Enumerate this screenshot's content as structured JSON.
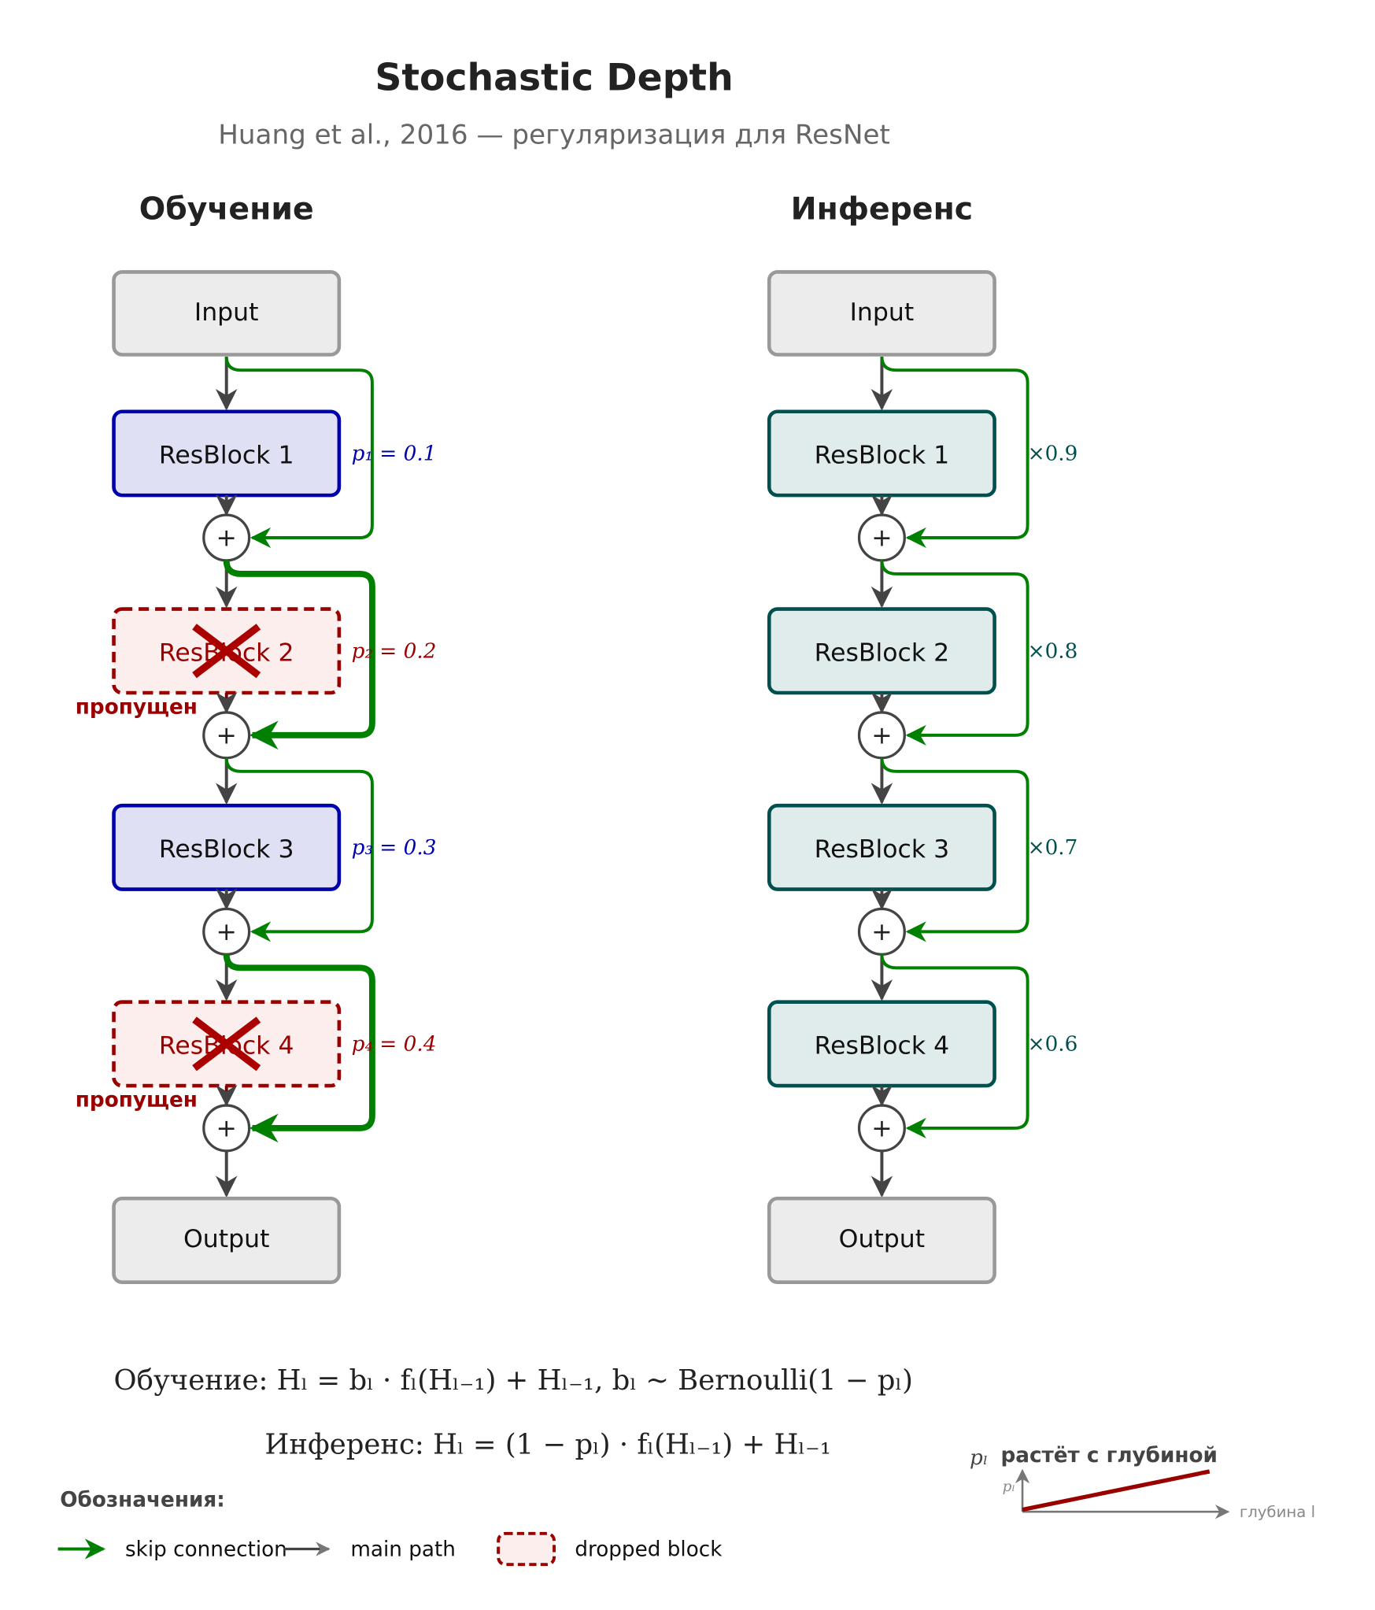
{
  "title": "Stochastic Depth",
  "subtitle": "Huang et al., 2016 — регуляризация для ResNet",
  "colors": {
    "skip": "#008000",
    "main": "#444444",
    "active_block_fill": "#e0e0f5",
    "active_block_border": "#0000aa",
    "dropped_fill": "#fdeeee",
    "dropped_border": "#990000",
    "inference_fill": "#e0ecec",
    "inference_border": "#005050",
    "io_fill": "#ececec",
    "io_border": "#999999"
  },
  "training": {
    "heading": "Обучение",
    "input": "Input",
    "output": "Output",
    "blocks": [
      {
        "label": "ResBlock 1",
        "prob": "p₁ = 0.1",
        "dropped": false
      },
      {
        "label": "ResBlock 2",
        "prob": "p₂ = 0.2",
        "dropped": true,
        "dropped_label": "пропущен"
      },
      {
        "label": "ResBlock 3",
        "prob": "p₃ = 0.3",
        "dropped": false
      },
      {
        "label": "ResBlock 4",
        "prob": "p₄ = 0.4",
        "dropped": true,
        "dropped_label": "пропущен"
      }
    ]
  },
  "inference": {
    "heading": "Инференс",
    "input": "Input",
    "output": "Output",
    "blocks": [
      {
        "label": "ResBlock 1",
        "scale": "×0.9"
      },
      {
        "label": "ResBlock 2",
        "scale": "×0.8"
      },
      {
        "label": "ResBlock 3",
        "scale": "×0.7"
      },
      {
        "label": "ResBlock 4",
        "scale": "×0.6"
      }
    ]
  },
  "plus_symbol": "+",
  "formulas": {
    "training": "Обучение: Hₗ = bₗ · fₗ(Hₗ₋₁) + Hₗ₋₁,    bₗ ~ Bernoulli(1 − pₗ)",
    "inference": "Инференс: Hₗ = (1 − pₗ) · fₗ(Hₗ₋₁) + Hₗ₋₁"
  },
  "inset": {
    "title": "растёт с глубиной",
    "y_label": "pₗ",
    "y_axis_small": "pₗ",
    "x_label": "глубина l"
  },
  "legend": {
    "title": "Обозначения:",
    "items": [
      {
        "label": "skip connection",
        "icon": "green-arrow"
      },
      {
        "label": "main path",
        "icon": "gray-arrow"
      },
      {
        "label": "dropped block",
        "icon": "dashed-red-box"
      }
    ]
  }
}
